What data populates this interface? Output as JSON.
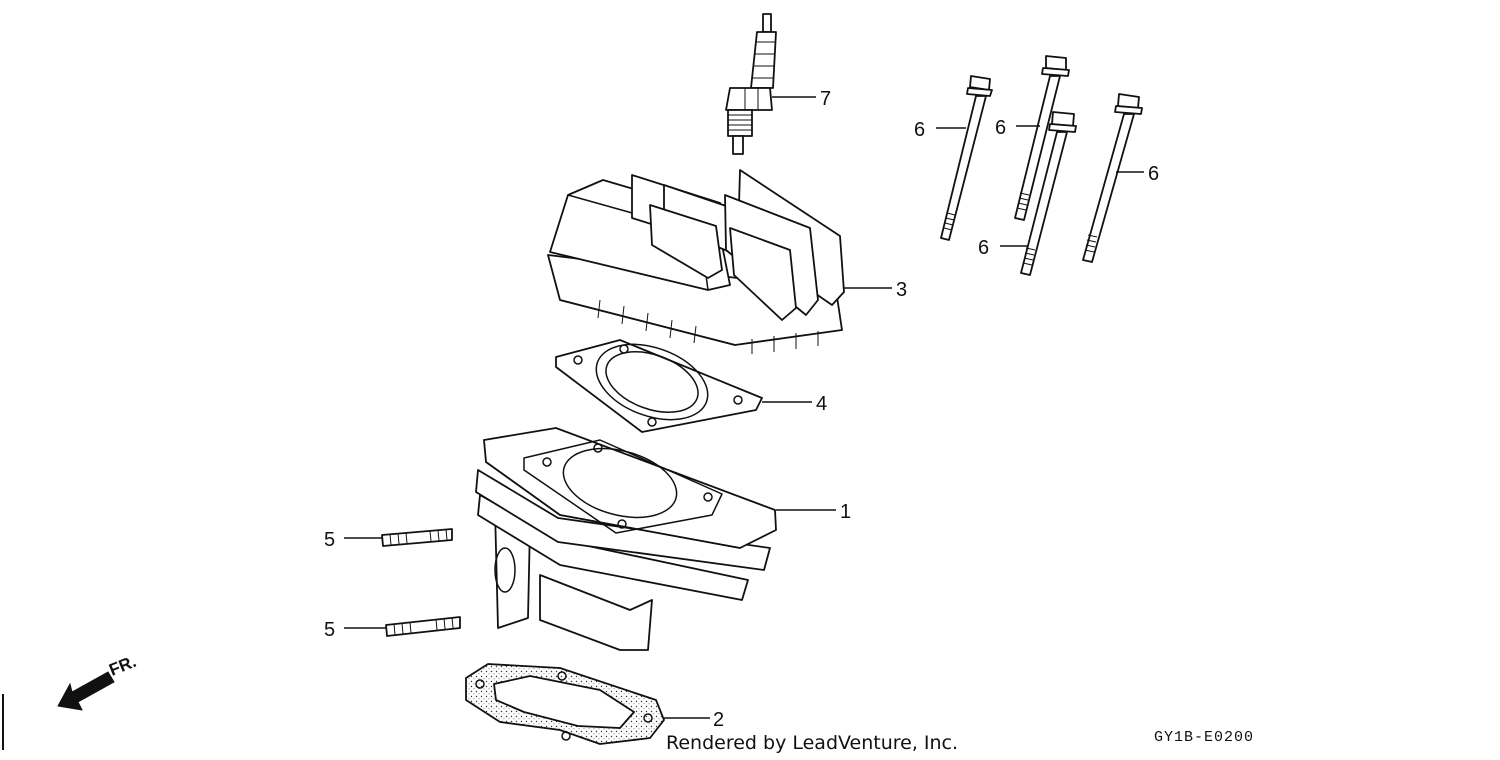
{
  "callouts": {
    "spark_plug": "7",
    "cylinder_head": "3",
    "head_gasket": "4",
    "cylinder": "1",
    "stud_upper": "5",
    "stud_lower": "5",
    "base_gasket": "2",
    "bolt_a": "6",
    "bolt_b": "6",
    "bolt_c": "6",
    "bolt_d": "6"
  },
  "direction_label": "FR.",
  "credit": "Rendered by LeadVenture, Inc.",
  "diagram_code": "GY1B-E0200"
}
